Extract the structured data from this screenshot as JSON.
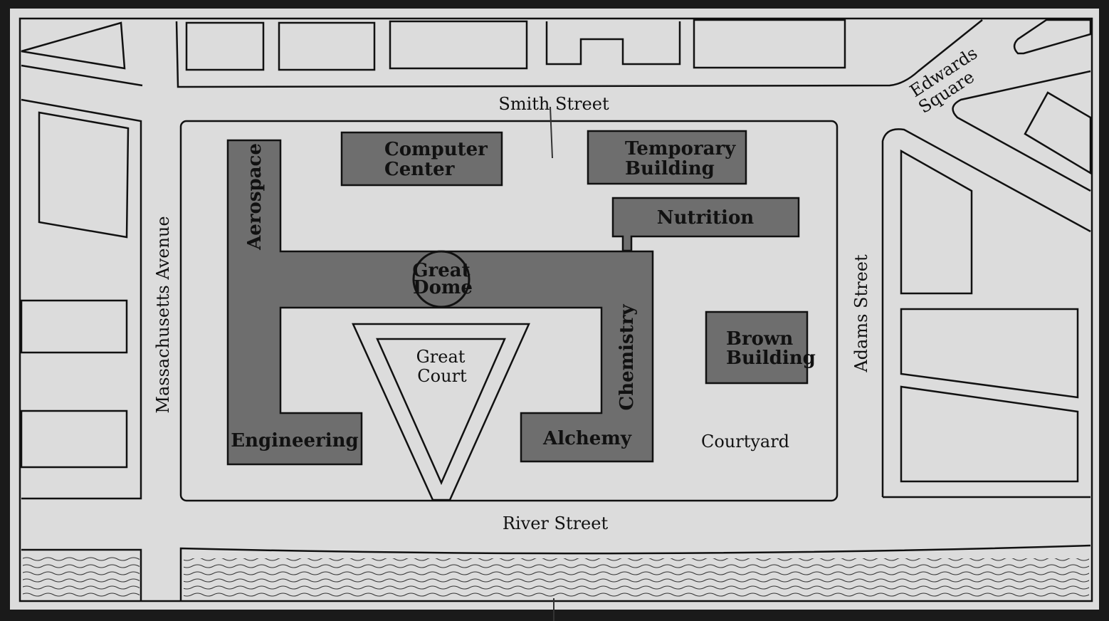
{
  "colors": {
    "background": "#dcdcdc",
    "building_fill": "#6e6e6e",
    "outline": "#111111",
    "frame": "#1a1a1a"
  },
  "streets": {
    "smith": "Smith Street",
    "river": "River Street",
    "massachusetts": "Massachusetts Avenue",
    "adams": "Adams Street",
    "edwards_line1": "Edwards",
    "edwards_line2": "Square"
  },
  "buildings": {
    "computer_center_line1": "Computer",
    "computer_center_line2": "Center",
    "temporary_line1": "Temporary",
    "temporary_line2": "Building",
    "nutrition": "Nutrition",
    "aerospace": "Aerospace",
    "great_dome_line1": "Great",
    "great_dome_line2": "Dome",
    "chemistry": "Chemistry",
    "brown_line1": "Brown",
    "brown_line2": "Building",
    "engineering": "Engineering",
    "alchemy": "Alchemy"
  },
  "areas": {
    "great_court_line1": "Great",
    "great_court_line2": "Court",
    "courtyard": "Courtyard"
  }
}
